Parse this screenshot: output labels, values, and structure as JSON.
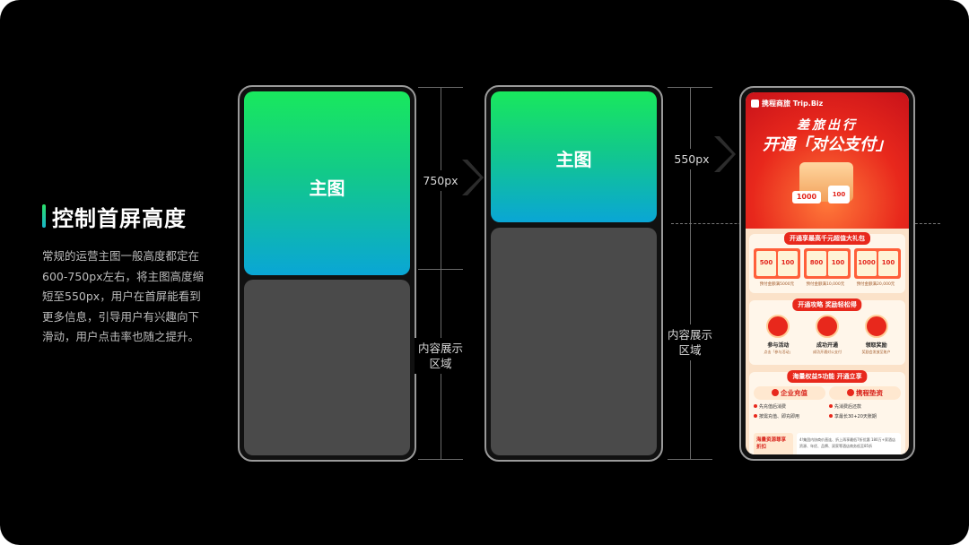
{
  "slide": {
    "title": "控制首屏高度",
    "description_lines": [
      "常规的运营主图一般高度都定在",
      "600-750px左右，将主图高度缩",
      "短至550px，用户在首屏能看到",
      "更多信息，引导用户有兴趣向下",
      "滑动，用户点击率也随之提升。"
    ]
  },
  "phone1": {
    "hero_label": "主图",
    "measure_label": "750px",
    "content_label_lines": [
      "内容展示",
      "区域"
    ]
  },
  "phone2": {
    "hero_label": "主图",
    "measure_label": "550px",
    "content_label_lines": [
      "内容展示",
      "区域"
    ]
  },
  "promo": {
    "brand": "携程商旅 Trip.Biz",
    "title_line1": "差旅出行",
    "title_line2": "开通「对公支付」",
    "coupon_big": "1000",
    "coupon_small": "100",
    "section1": {
      "header": "开通享最高千元超值大礼包",
      "cards": [
        [
          "500",
          "100"
        ],
        [
          "800",
          "100"
        ],
        [
          "1000",
          "100"
        ]
      ],
      "captions": [
        "预付金额满5000元",
        "预付金额满10,000元",
        "预付金额满20,000元"
      ]
    },
    "section2": {
      "header": "开通攻略  奖励轻松得",
      "steps": [
        {
          "title": "参与活动",
          "sub": "点击「参与活动」"
        },
        {
          "title": "成功开通",
          "sub": "成功开通对公支付"
        },
        {
          "title": "领取奖励",
          "sub": "奖励会发放至账户"
        }
      ]
    },
    "section3": {
      "header": "海量权益5功能  开通立享",
      "col1": {
        "title": "企业充值",
        "items": [
          "先充值后消费",
          "按需充值、即充即用"
        ]
      },
      "col2": {
        "title": "携程垫资",
        "items": [
          "先消费后还款",
          "享最长30+20天账期"
        ]
      },
      "footer_tag": "海量资源尊享折扣",
      "footer_text": "4!集团内协商价直连、折上再享最低7折优惠 180万+家酒店资源、年优、品牌、双家等酒店商务低至85折"
    }
  },
  "colors": {
    "hero_top": "#19e85d",
    "hero_bottom": "#0aa6d5",
    "promo_red": "#e8281c",
    "content_gray": "#4a4a4a"
  }
}
